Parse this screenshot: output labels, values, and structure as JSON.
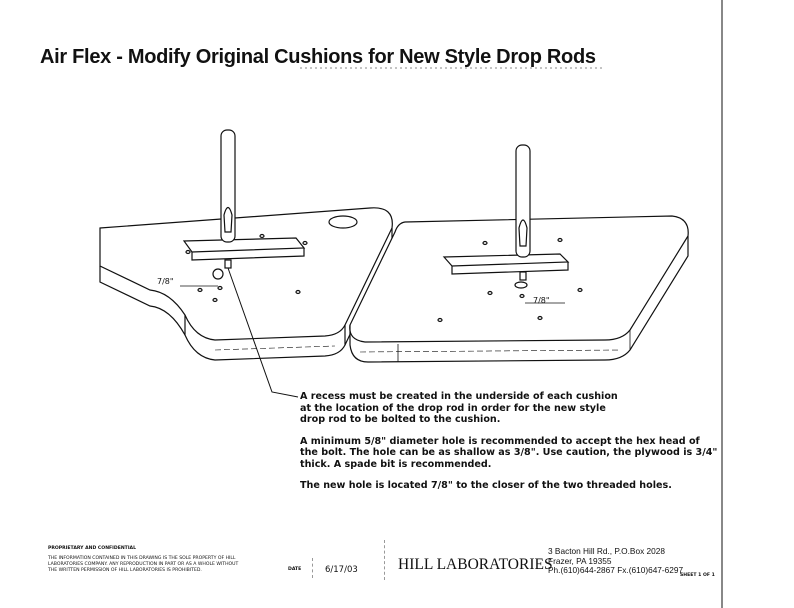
{
  "title": "Air Flex - Modify Original Cushions for New Style Drop Rods",
  "dimension_label": "7/8\"",
  "notes": [
    "A recess must be created in the underside of each cushion at the location of the drop rod in order for the new style drop rod to be bolted to the cushion.",
    "A minimum 5/8\" diameter hole is recommended to accept the hex head of the bolt. The hole can be as shallow as 3/8\".   Use caution, the plywood is 3/4\" thick. A spade bit is recommended.",
    "The new hole is located 7/8\" to the closer of the two threaded holes."
  ],
  "footer": {
    "proprietary_heading": "PROPRIETARY AND CONFIDENTIAL",
    "proprietary_text": "THE INFORMATION CONTAINED IN THIS DRAWING IS THE SOLE PROPERTY OF HILL LABORATORIES COMPANY.   ANY REPRODUCTION IN PART OR AS A WHOLE WITHOUT THE WRITTEN PERMISSION OF HILL LABORATORIES IS PROHIBITED.",
    "date_label": "DATE",
    "date": "6/17/03",
    "company": "HILL LABORATORIES",
    "address_1": "3 Bacton Hill Rd., P.O.Box 2028",
    "address_2": "Frazer, PA  19355",
    "phone": "Ph.(610)644-2867  Fx.(610)647-6297",
    "sheet": "SHEET 1 OF 1"
  }
}
